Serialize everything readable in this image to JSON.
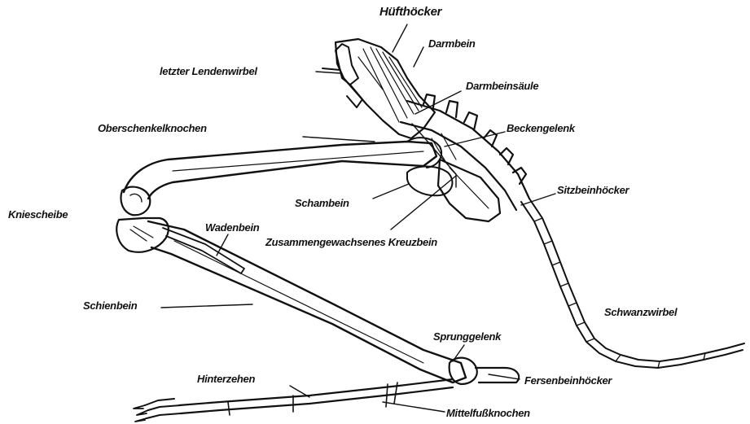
{
  "labels": {
    "huefthoecker": "Hüfthöcker",
    "darmbein": "Darmbein",
    "letzter_lendenwirbel": "letzter Lendenwirbel",
    "darmbeinsaeule": "Darmbeinsäule",
    "oberschenkelknochen": "Oberschenkelknochen",
    "beckengelenk": "Beckengelenk",
    "sitzbeinhoecker": "Sitzbeinhöcker",
    "kniescheibe": "Kniescheibe",
    "schambein": "Schambein",
    "wadenbein": "Wadenbein",
    "kreuzbein": "Zusammengewachsenes Kreuzbein",
    "schienbein": "Schienbein",
    "schwanzwirbel": "Schwanzwirbel",
    "sprunggelenk": "Sprunggelenk",
    "hinterzehen": "Hinterzehen",
    "fersenbeinhoecker": "Fersenbeinhöcker",
    "mittelfussknochen": "Mittelfußknochen"
  }
}
